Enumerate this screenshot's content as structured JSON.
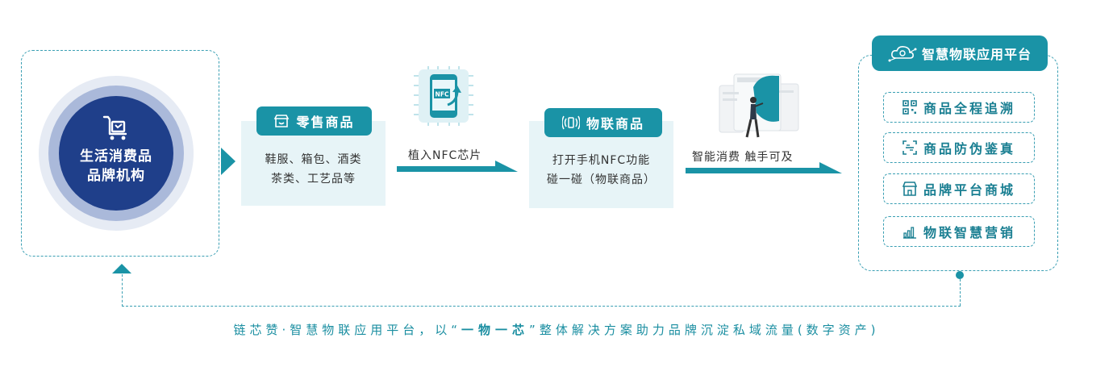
{
  "brand": {
    "line1": "生活消费品",
    "line2": "品牌机构"
  },
  "retail": {
    "pill": "零售商品",
    "line1": "鞋服、箱包、酒类",
    "line2": "茶类、工艺品等"
  },
  "step1": {
    "label": "植入NFC芯片"
  },
  "iot_goods": {
    "pill": "物联商品",
    "line1": "打开手机NFC功能",
    "line2": "碰一碰（物联商品）"
  },
  "step2": {
    "label": "智能消费  触手可及"
  },
  "platform": {
    "title": "智慧物联应用平台",
    "features": [
      {
        "label": "商品全程追溯",
        "icon": "qr-code-icon"
      },
      {
        "label": "商品防伪鉴真",
        "icon": "scan-icon"
      },
      {
        "label": "品牌平台商城",
        "icon": "storefront-icon"
      },
      {
        "label": "物联智慧营销",
        "icon": "bar-chart-icon"
      }
    ]
  },
  "footer": {
    "prefix": "链芯赞·智慧物联应用平台，以",
    "open_quote": "“",
    "highlight": "一物一芯",
    "close_quote": "”",
    "suffix": "整体解决方案助力品牌沉淀私域流量(数字资产)"
  },
  "colors": {
    "teal": "#1a93a6",
    "navy": "#1f3f8a",
    "card_bg": "#e7f4f7"
  }
}
